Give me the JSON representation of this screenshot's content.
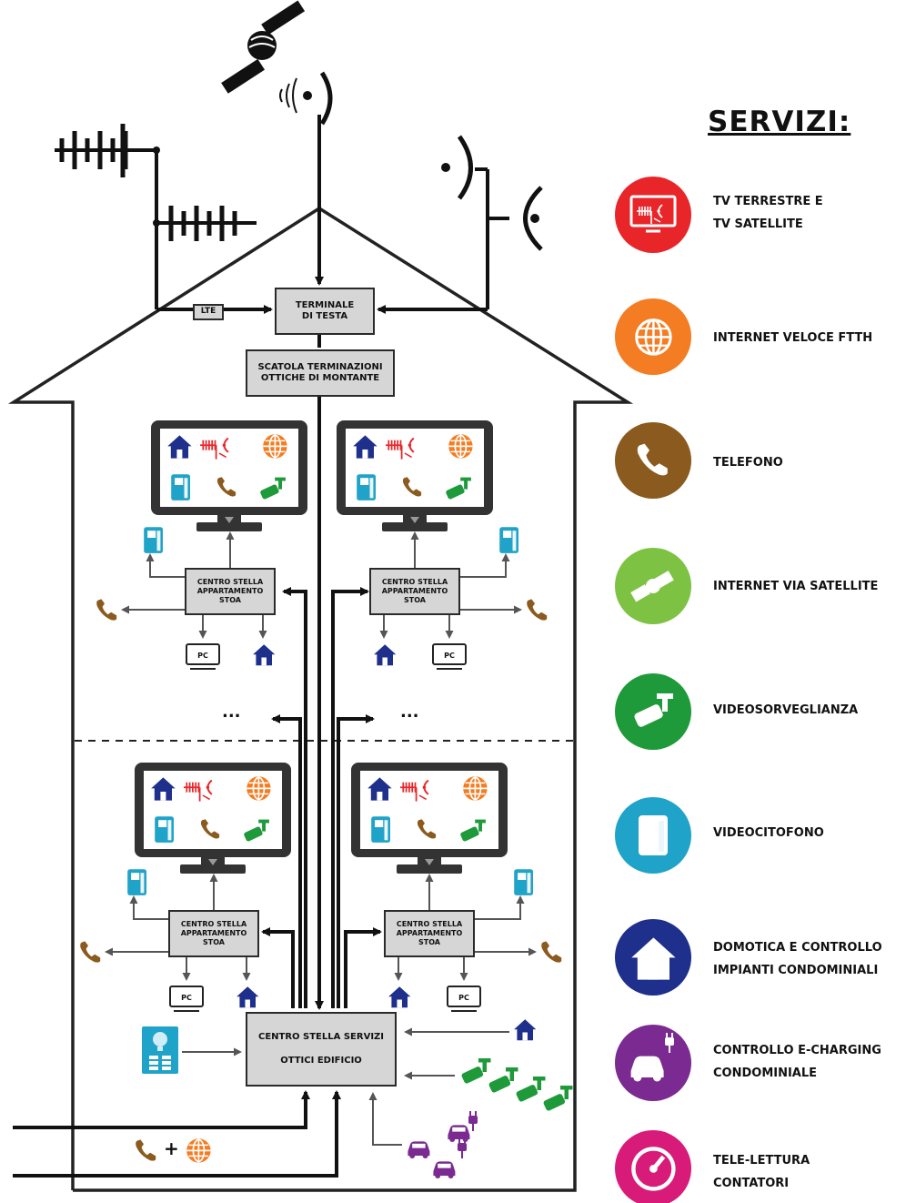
{
  "title": "SERVIZI:",
  "services": [
    {
      "lines": [
        "TV TERRESTRE E",
        "TV SATELLITE"
      ],
      "color": "#e8262a",
      "icon": "tv-antenna-icon"
    },
    {
      "lines": [
        "INTERNET VELOCE FTTH"
      ],
      "color": "#f47c22",
      "icon": "globe-icon"
    },
    {
      "lines": [
        "TELEFONO"
      ],
      "color": "#8a5a1e",
      "icon": "phone-icon"
    },
    {
      "lines": [
        "INTERNET VIA SATELLITE"
      ],
      "color": "#7dc242",
      "icon": "satellite-icon"
    },
    {
      "lines": [
        "VIDEOSORVEGLIANZA"
      ],
      "color": "#1f9a3a",
      "icon": "camera-icon"
    },
    {
      "lines": [
        "VIDEOCITOFONO"
      ],
      "color": "#1fa3c8",
      "icon": "intercom-icon"
    },
    {
      "lines": [
        "DOMOTICA E CONTROLLO",
        "IMPIANTI CONDOMINIALI"
      ],
      "color": "#1e2f8c",
      "icon": "house-icon"
    },
    {
      "lines": [
        "CONTROLLO E-CHARGING",
        "CONDOMINIALE"
      ],
      "color": "#7a2a90",
      "icon": "car-charging-icon"
    },
    {
      "lines": [
        "TELE-LETTURA",
        "CONTATORI"
      ],
      "color": "#d81b78",
      "icon": "meter-icon"
    }
  ],
  "boxes": {
    "terminale": [
      "TERMINALE",
      "DI TESTA"
    ],
    "scatola": [
      "SCATOLA TERMINAZIONI",
      "OTTICHE DI MONTANTE"
    ],
    "centro_servizi": [
      "CENTRO STELLA SERVIZI",
      "OTTICI EDIFICIO"
    ],
    "lte": "LTE",
    "stoa": [
      "CENTRO STELLA",
      "APPARTAMENTO",
      "STOA"
    ],
    "pc": "PC"
  },
  "ellipsis": "...",
  "plus": "+"
}
